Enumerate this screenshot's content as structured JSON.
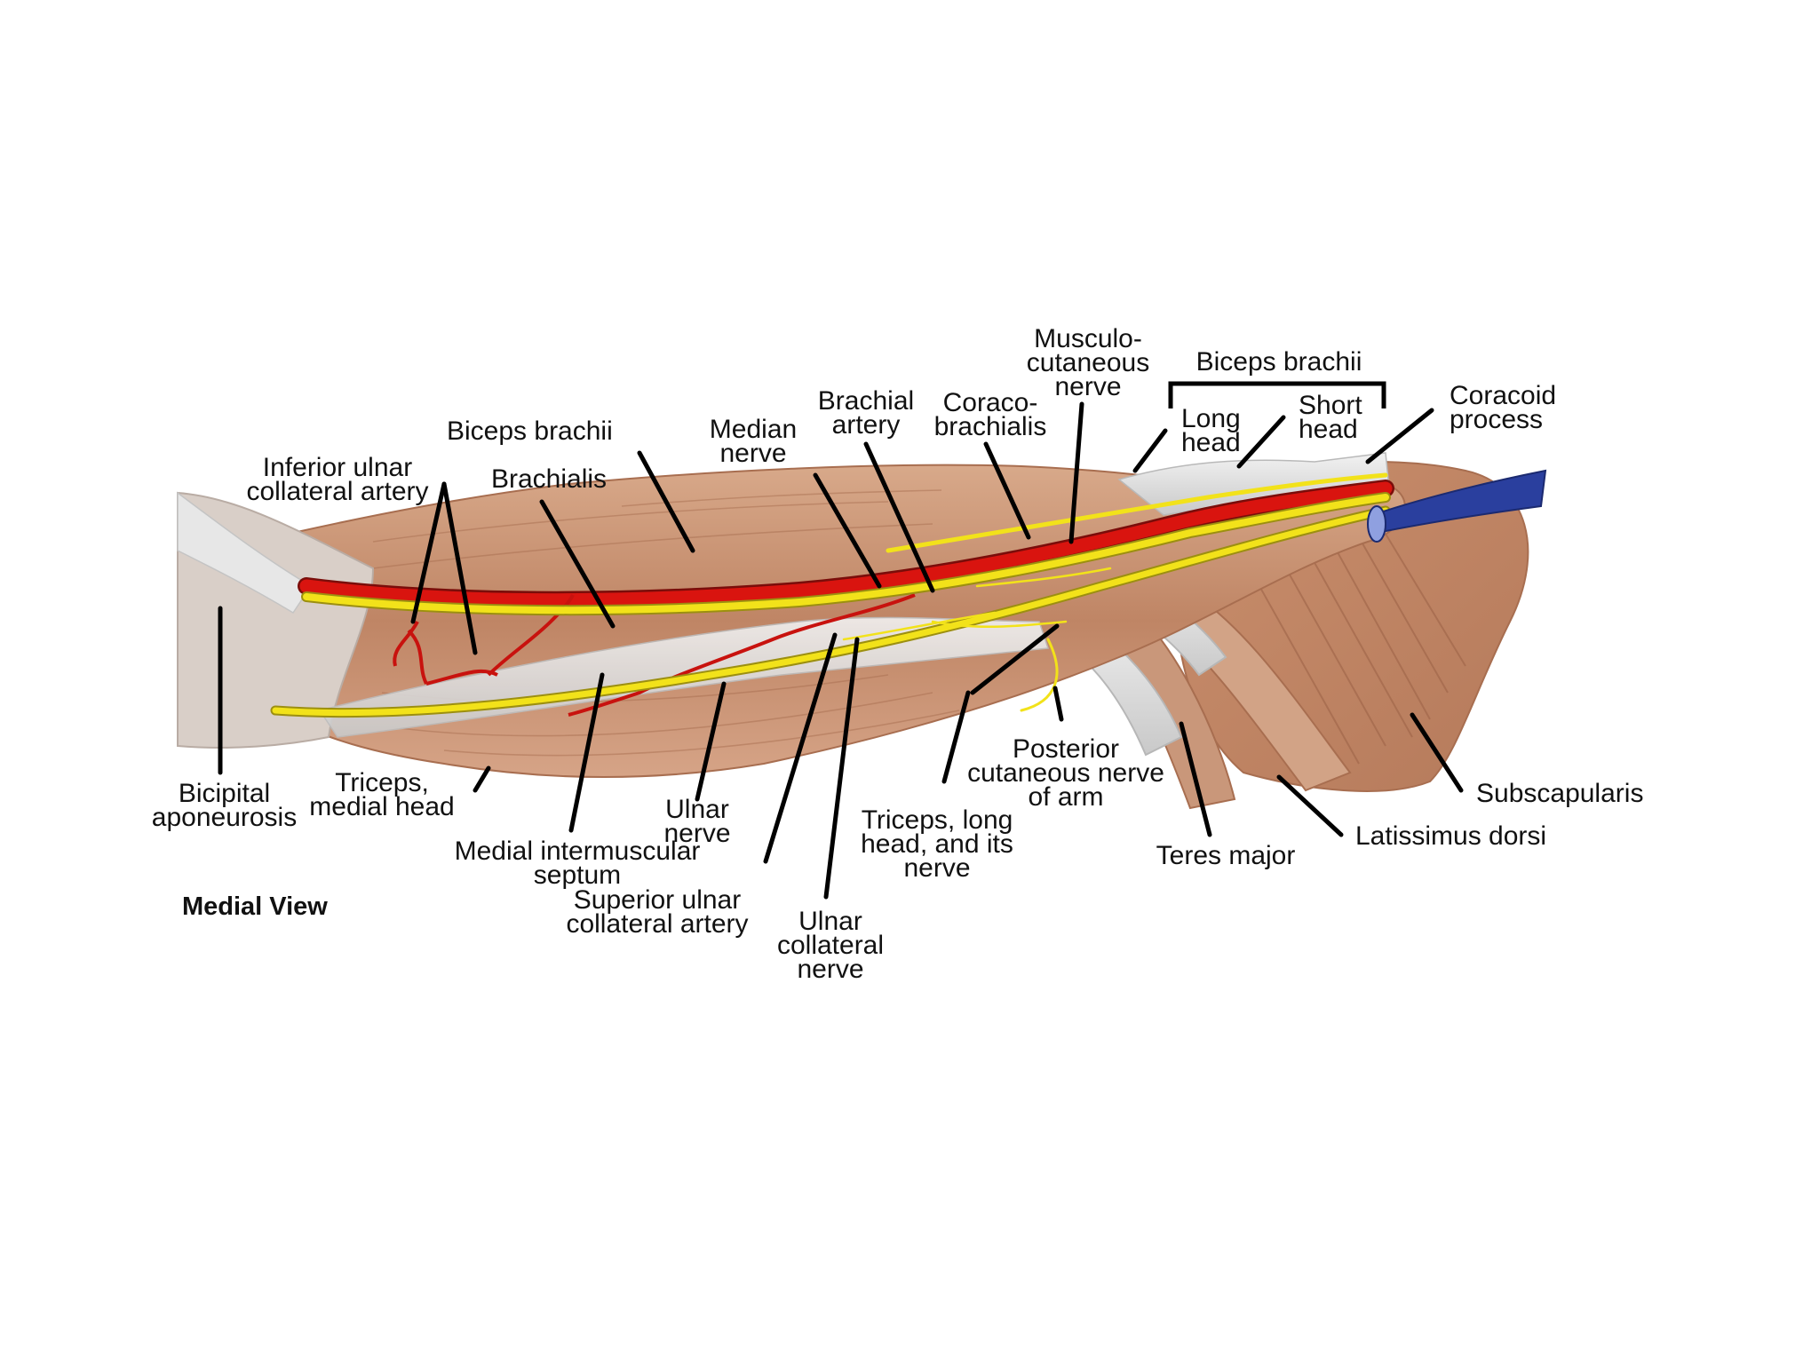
{
  "title": "Medial View",
  "labels": {
    "musculocutaneous_nerve": "Musculo-\ncutaneous\nnerve",
    "biceps_brachii_bracket": "Biceps brachii",
    "long_head": "Long\nhead",
    "short_head": "Short\nhead",
    "coracoid_process": "Coracoid\nprocess",
    "brachial_artery": "Brachial\nartery",
    "coracobrachialis": "Coraco-\nbrachialis",
    "median_nerve": "Median\nnerve",
    "biceps_brachii": "Biceps brachii",
    "inferior_ulnar_collateral_artery": "Inferior ulnar\ncollateral artery",
    "brachialis": "Brachialis",
    "bicipital_aponeurosis": "Bicipital\naponeurosis",
    "triceps_medial_head": "Triceps,\nmedial head",
    "ulnar_nerve": "Ulnar\nnerve",
    "medial_intermuscular_septum": "Medial intermuscular\nseptum",
    "superior_ulnar_collateral_artery": "Superior ulnar\ncollateral artery",
    "ulnar_collateral_nerve": "Ulnar\ncollateral\nnerve",
    "triceps_long_head_nerve": "Triceps, long\nhead, and its\nnerve",
    "posterior_cutaneous_nerve": "Posterior\ncutaneous nerve\nof arm",
    "teres_major": "Teres major",
    "latissimus_dorsi": "Latissimus dorsi",
    "subscapularis": "Subscapularis"
  },
  "colors": {
    "artery": "#d9140f",
    "nerve": "#f2e21a",
    "vein": "#2a3f9e",
    "muscle": "#c58d6c",
    "tendon": "#dcdcdc",
    "leader": "#000000"
  }
}
